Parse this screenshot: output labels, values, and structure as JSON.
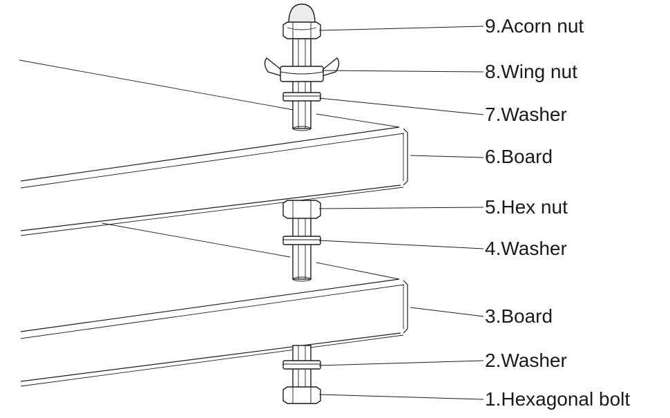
{
  "labels": [
    {
      "id": "acorn-nut",
      "text": "9.Acorn nut"
    },
    {
      "id": "wing-nut",
      "text": "8.Wing nut"
    },
    {
      "id": "washer-top",
      "text": "7.Washer"
    },
    {
      "id": "board-top",
      "text": "6.Board"
    },
    {
      "id": "hex-nut",
      "text": "5.Hex nut"
    },
    {
      "id": "washer-middle",
      "text": "4.Washer"
    },
    {
      "id": "board-bottom",
      "text": "3.Board"
    },
    {
      "id": "washer-bottom",
      "text": "2.Washer"
    },
    {
      "id": "hexagonal-bolt",
      "text": "1.Hexagonal bolt"
    }
  ]
}
